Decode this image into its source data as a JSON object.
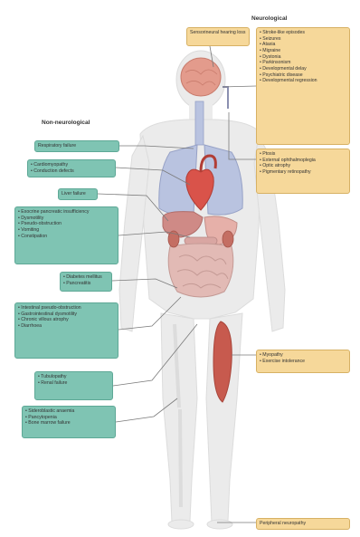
{
  "headings": {
    "neuro": "Neurological",
    "non_neuro": "Non-neurological"
  },
  "colors": {
    "teal": "#7fc4b3",
    "amber": "#f6d89a",
    "body": "#ebebeb",
    "lung": "#b9c3e0",
    "heart": "#d9534a",
    "gut": "#d9a6a2",
    "muscle": "#c75a4e",
    "brain": "#e39b8c",
    "connector": "#7a7a7a"
  },
  "boxes": {
    "sensorineural": "Sensorineural hearing loss",
    "neuro_main": [
      "Stroke-like episodes",
      "Seizures",
      "Ataxia",
      "Migraine",
      "Dystonia",
      "Parkinsonism",
      "Developmental delay",
      "Psychiatric disease",
      "Developmental regression"
    ],
    "ptosis": [
      "Ptosis",
      "External ophthalmoplegia",
      "Optic atrophy",
      "Pigmentary retinopathy"
    ],
    "myopathy": [
      "Myopathy",
      "Exercise intolerance"
    ],
    "peripheral": "Peripheral neuropathy",
    "respiratory": "Respiratory failure",
    "cardio": [
      "Cardiomyopathy",
      "Conduction defects"
    ],
    "liver": "Liver failure",
    "gi": [
      "Exocrine pancreatic insufficiency",
      "Dysmotility",
      "Pseudo-obstruction",
      "Vomiting",
      "Constipation"
    ],
    "diabetes": [
      "Diabetes mellitus",
      "Pancreatitis"
    ],
    "intestinal": [
      "Intestinal pseudo-obstruction",
      "Gastrointestinal dysmotility",
      "Chronic villous atrophy",
      "Diarrhoea"
    ],
    "renal": [
      "Tubulopathy",
      "Renal failure"
    ],
    "blood": [
      "Sideroblastic anaemia",
      "Pancytopenia",
      "Bone marrow failure"
    ]
  }
}
